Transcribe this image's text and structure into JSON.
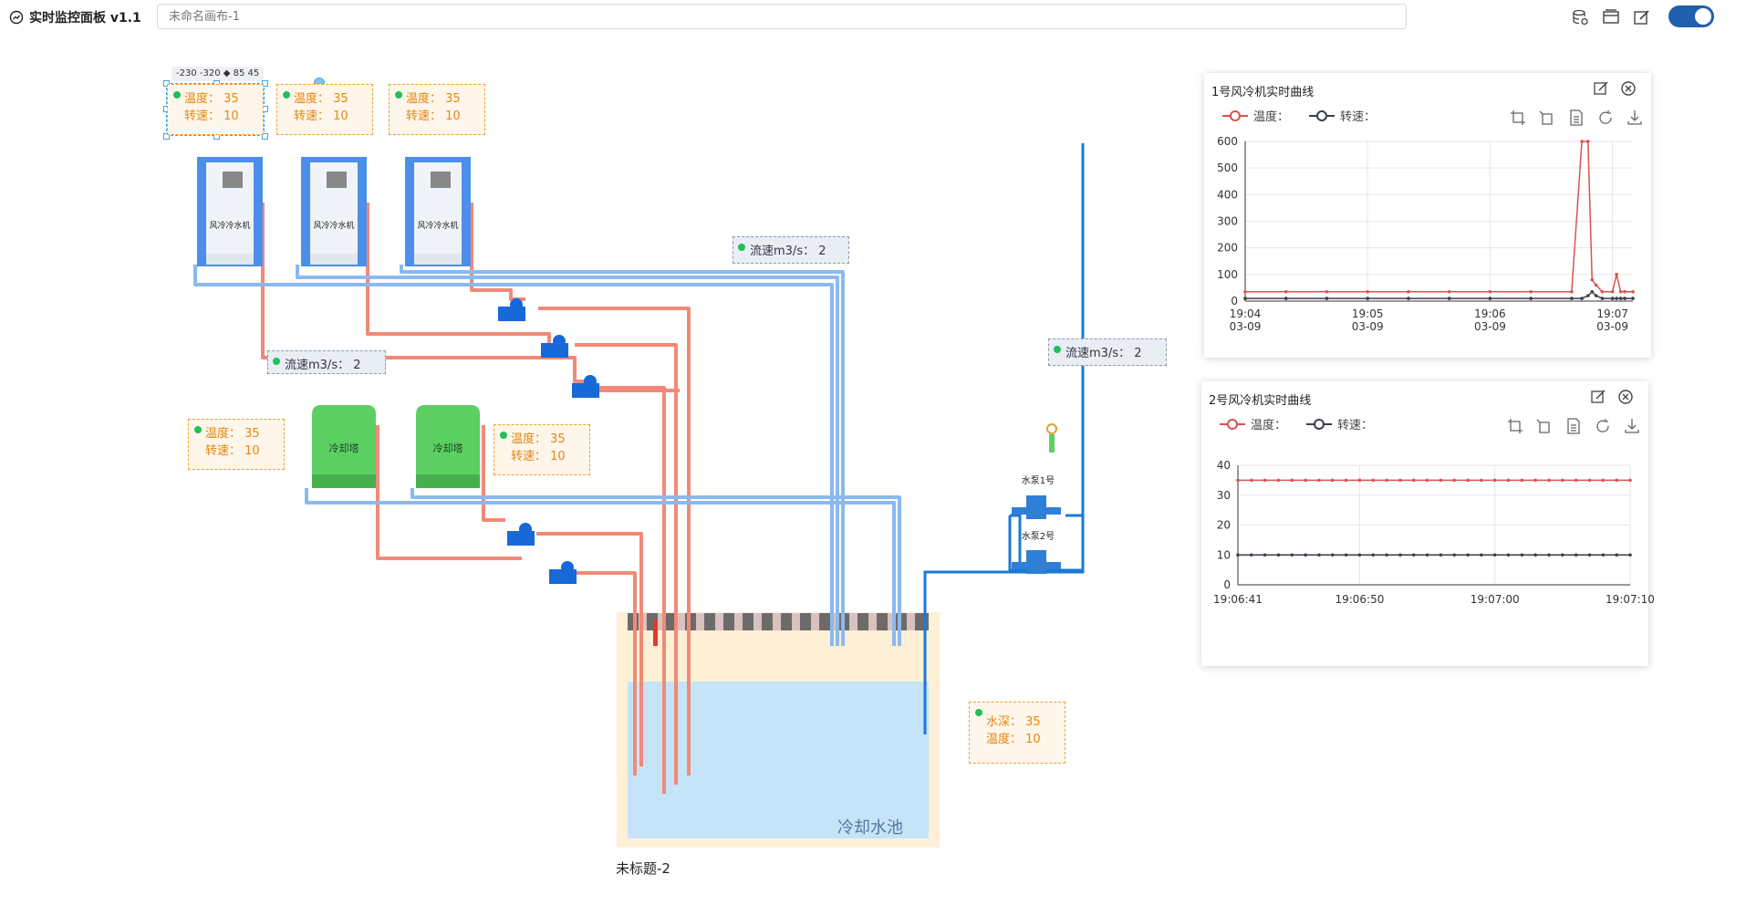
{
  "app": {
    "title": "实时监控面板 v1.1",
    "canvas_name_placeholder": "未命名画布-1"
  },
  "toolbar_icons": [
    "database-settings-icon",
    "window-icon",
    "edit-icon"
  ],
  "toggle": {
    "on": true,
    "color": "#1f5fae"
  },
  "selection": {
    "tag": "-230 -320 ◆ 85 45"
  },
  "info_boxes": [
    {
      "l1": "温度：",
      "v1": "35",
      "l2": "转速：",
      "v2": "10"
    },
    {
      "l1": "温度：",
      "v1": "35",
      "l2": "转速：",
      "v2": "10"
    },
    {
      "l1": "温度：",
      "v1": "35",
      "l2": "转速：",
      "v2": "10"
    },
    {
      "l1": "温度：",
      "v1": "35",
      "l2": "转速：",
      "v2": "10"
    },
    {
      "l1": "温度：",
      "v1": "35",
      "l2": "转速：",
      "v2": "10"
    },
    {
      "l1": "水深：",
      "v1": "35",
      "l2": "温度：",
      "v2": "10"
    }
  ],
  "flow_boxes": [
    {
      "label": "流速m3/s：",
      "value": "2"
    },
    {
      "label": "流速m3/s：",
      "value": "2"
    },
    {
      "label": "流速m3/s：",
      "value": "2"
    }
  ],
  "machines": {
    "chiller": "风冷冷水机",
    "tower": "冷却塔",
    "pump1": "水泵1号",
    "pump2": "水泵2号",
    "pool": "冷却水池",
    "pool_caption": "未标题-2"
  },
  "charts": [
    {
      "panel_title": "1号风冷机实时曲线",
      "chart_data": {
        "type": "line",
        "title": "1号风冷机实时曲线",
        "x": [
          "19:04:00",
          "19:04:20",
          "19:04:40",
          "19:05:00",
          "19:05:20",
          "19:05:40",
          "19:06:00",
          "19:06:20",
          "19:06:40",
          "19:06:45",
          "19:06:48",
          "19:06:50",
          "19:06:52",
          "19:06:55",
          "19:07:00",
          "19:07:02",
          "19:07:04",
          "19:07:06",
          "19:07:10"
        ],
        "x_ticks": [
          [
            "19:04",
            "03-09"
          ],
          [
            "19:05",
            "03-09"
          ],
          [
            "19:06",
            "03-09"
          ],
          [
            "19:07",
            "03-09"
          ]
        ],
        "ylim": [
          0,
          600
        ],
        "y_ticks": [
          0,
          100,
          200,
          300,
          400,
          500,
          600
        ],
        "series": [
          {
            "name": "温度：",
            "color": "#d9534f",
            "values": [
              35,
              35,
              35,
              35,
              35,
              35,
              35,
              35,
              35,
              600,
              600,
              80,
              60,
              35,
              35,
              100,
              35,
              35,
              35
            ]
          },
          {
            "name": "转速：",
            "color": "#3a3f4a",
            "values": [
              10,
              10,
              10,
              10,
              10,
              10,
              10,
              10,
              10,
              10,
              20,
              35,
              20,
              10,
              10,
              10,
              10,
              10,
              10
            ]
          }
        ],
        "grid": true,
        "legend": "top-left"
      }
    },
    {
      "panel_title": "2号风冷机实时曲线",
      "chart_data": {
        "type": "line",
        "title": "2号风冷机实时曲线",
        "x_range": [
          "19:06:41",
          "19:07:10"
        ],
        "x_ticks": [
          "19:06:41",
          "19:06:50",
          "19:07:00",
          "19:07:10"
        ],
        "ylim": [
          0,
          40
        ],
        "y_ticks": [
          0,
          10,
          20,
          30,
          40
        ],
        "series": [
          {
            "name": "温度：",
            "color": "#d9534f",
            "values": [
              35,
              35,
              35,
              35,
              35,
              35,
              35,
              35,
              35,
              35,
              35,
              35,
              35,
              35,
              35,
              35,
              35,
              35,
              35,
              35,
              35,
              35,
              35,
              35,
              35,
              35,
              35,
              35,
              35,
              35
            ]
          },
          {
            "name": "转速：",
            "color": "#3a3f4a",
            "values": [
              10,
              10,
              10,
              10,
              10,
              10,
              10,
              10,
              10,
              10,
              10,
              10,
              10,
              10,
              10,
              10,
              10,
              10,
              10,
              10,
              10,
              10,
              10,
              10,
              10,
              10,
              10,
              10,
              10,
              10
            ]
          }
        ],
        "grid": true,
        "legend": "top-left"
      }
    }
  ]
}
